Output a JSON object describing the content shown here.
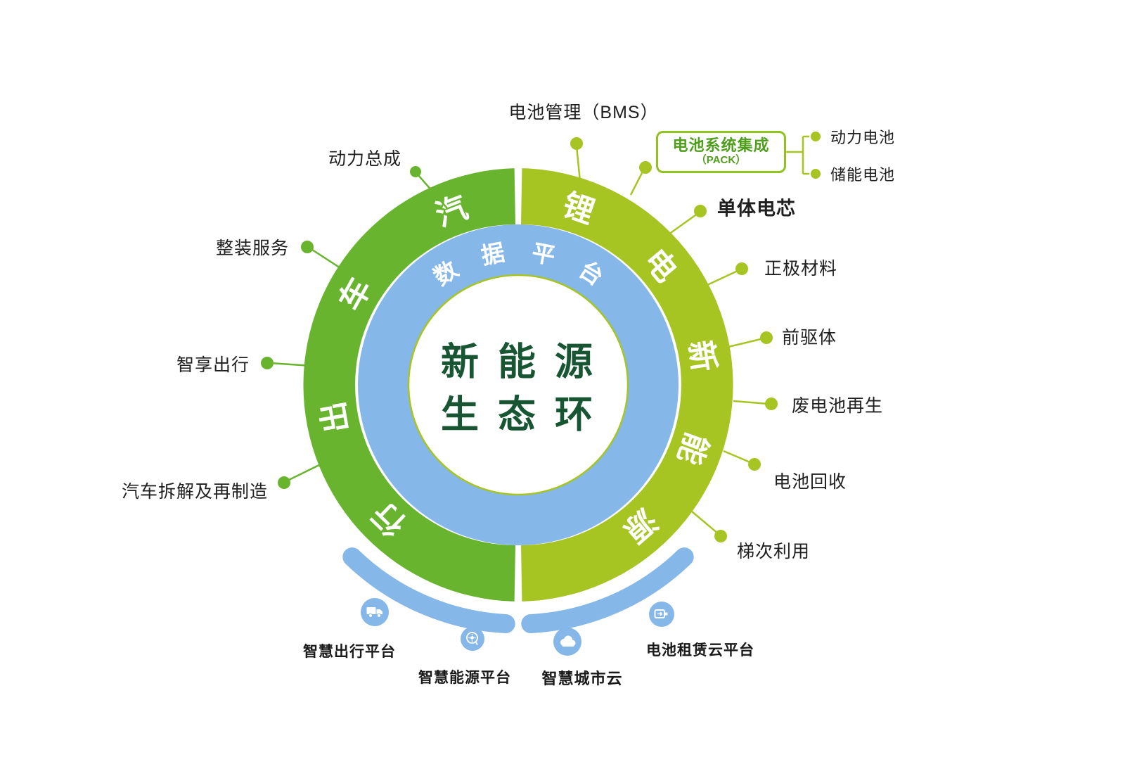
{
  "center": {
    "line1": "新 能 源",
    "line2": "生 态 环"
  },
  "rings": {
    "data_platform": [
      "数",
      "据",
      "平",
      "台"
    ],
    "left_sector": [
      "汽",
      "车",
      "出",
      "行"
    ],
    "right_sector": [
      "锂",
      "电",
      "新",
      "能",
      "源"
    ]
  },
  "labels": {
    "powertrain": "动力总成",
    "assembly_service": "整装服务",
    "smart_mobility": "智享出行",
    "dismantle_remanufacture": "汽车拆解及再制造",
    "bms": "电池管理（BMS）",
    "cell": "单体电芯",
    "cathode_material": "正极材料",
    "precursor": "前驱体",
    "battery_regeneration": "废电池再生",
    "battery_recycling": "电池回收",
    "cascade_use": "梯次利用",
    "power_battery": "动力电池",
    "storage_battery": "储能电池"
  },
  "pack_box": {
    "title": "电池系统集成",
    "subtitle": "（PACK）"
  },
  "platforms": [
    {
      "label": "智慧出行平台",
      "icon": "truck-icon"
    },
    {
      "label": "智慧能源平台",
      "icon": "brain-icon"
    },
    {
      "label": "智慧城市云",
      "icon": "cloud-icon"
    },
    {
      "label": "电池租赁云平台",
      "icon": "battery-icon"
    }
  ],
  "colors": {
    "left_ring_green": "#69b42e",
    "right_ring_green": "#a6c523",
    "platform_blue": "#85b7e8",
    "center_text_green": "#185633",
    "pack_border_green": "#8fc31f",
    "label_text": "#1f1f1f"
  }
}
